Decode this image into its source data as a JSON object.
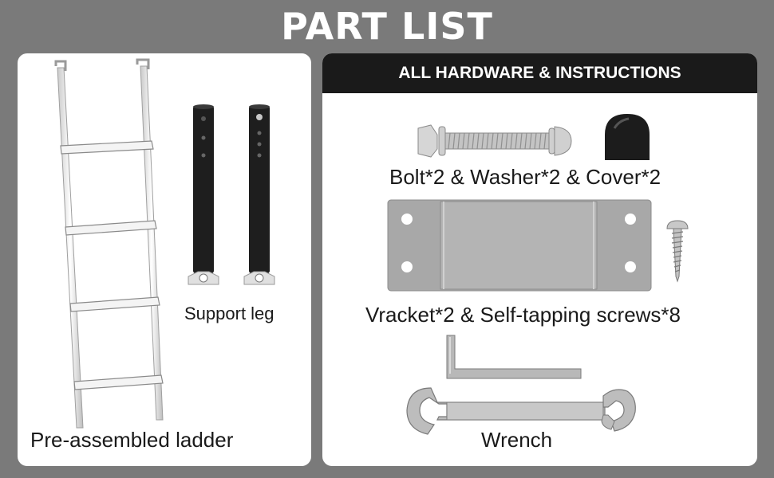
{
  "title": "PART LIST",
  "left_panel": {
    "ladder_label": "Pre-assembled ladder",
    "support_leg_label": "Support leg"
  },
  "right_panel": {
    "header": "ALL HARDWARE & INSTRUCTIONS",
    "bolt_label": "Bolt*2 & Washer*2 & Cover*2",
    "bracket_label": "Vracket*2 & Self-tapping screws*8",
    "wrench_label": "Wrench"
  },
  "colors": {
    "background": "#7a7a7a",
    "panel": "#ffffff",
    "header_bar": "#1a1a1a",
    "support_leg": "#1e1e1e",
    "bracket_plate": "#a8a8a8"
  }
}
